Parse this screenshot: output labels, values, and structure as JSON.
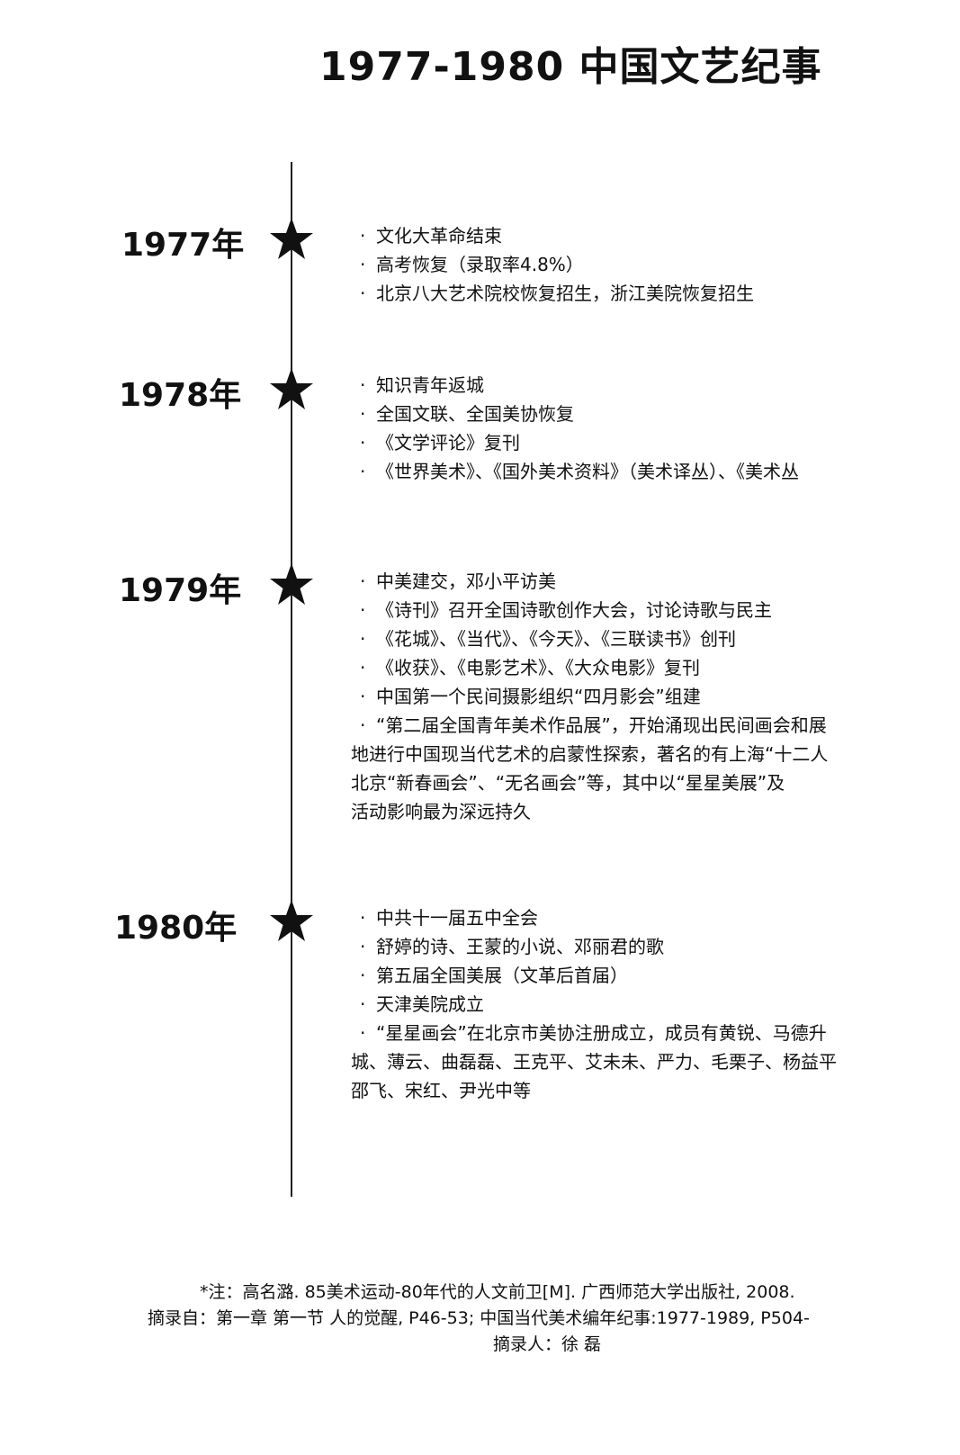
{
  "title": "1977-1980 中国文艺纪事",
  "years": [
    {
      "label": "1977年",
      "events": [
        "文化大革命结束",
        "高考恢复（录取率4.8%）",
        "北京八大艺术院校恢复招生，浙江美院恢复招生"
      ]
    },
    {
      "label": "1978年",
      "events": [
        "知识青年返城",
        "全国文联、全国美协恢复",
        "《文学评论》复刊",
        "《世界美术》、《国外美术资料》（美术译丛）、《美术丛"
      ]
    },
    {
      "label": "1979年",
      "events": [
        "中美建交，邓小平访美",
        "《诗刊》召开全国诗歌创作大会，讨论诗歌与民主",
        "《花城》、《当代》、《今天》、《三联读书》创刊",
        "《收获》、《电影艺术》、《大众电影》复刊",
        "中国第一个民间摄影组织“四月影会”组建"
      ],
      "long_event": [
        "“第二届全国青年美术作品展”，开始涌现出民间画会和展",
        "地进行中国现当代艺术的启蒙性探索，著名的有上海“十二人",
        "北京“新春画会”、“无名画会”等，其中以“星星美展”及",
        "活动影响最为深远持久"
      ]
    },
    {
      "label": "1980年",
      "events": [
        "中共十一届五中全会",
        "舒婷的诗、王蒙的小说、邓丽君的歌",
        "第五届全国美展（文革后首届）",
        "天津美院成立"
      ],
      "long_event": [
        "“星星画会”在北京市美协注册成立，成员有黄锐、马德升",
        "城、薄云、曲磊磊、王克平、艾未未、严力、毛栗子、杨益平",
        "邵飞、宋红、尹光中等"
      ]
    }
  ],
  "bullet": "·",
  "footer": {
    "line1": "*注：高名潞. 85美术运动-80年代的人文前卫[M]. 广西师范大学出版社, 2008.",
    "line2": "摘录自：第一章 第一节 人的觉醒, P46-53; 中国当代美术编年纪事:1977-1989, P504-",
    "line3": "摘录人：徐 磊"
  }
}
